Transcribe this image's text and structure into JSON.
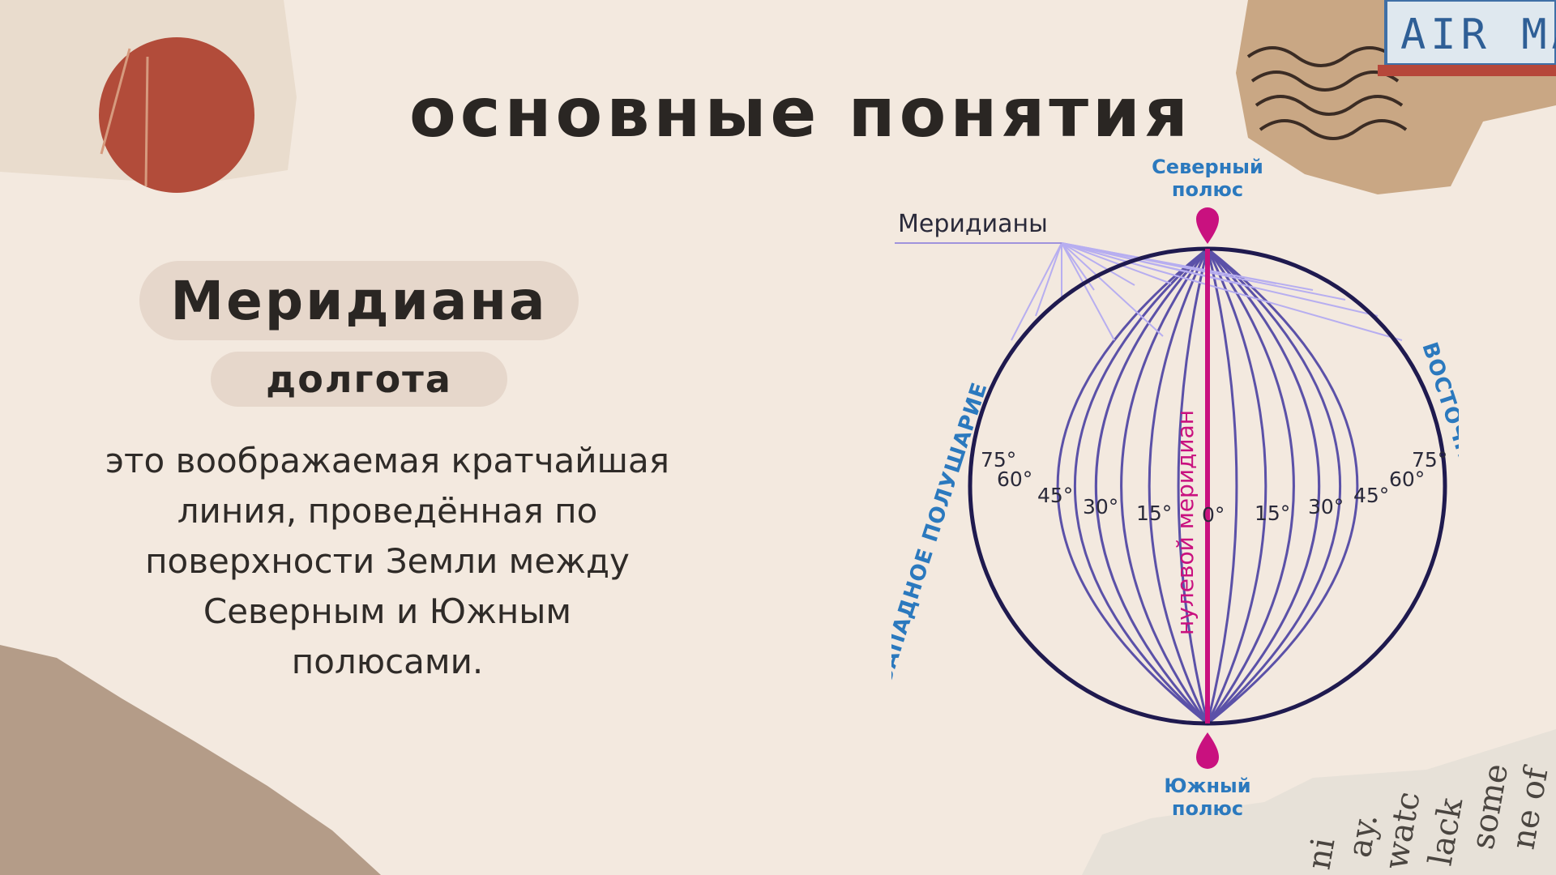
{
  "slide": {
    "title": "основные понятия",
    "term": "Меридиана",
    "subterm": "долгота",
    "definition_lines": [
      "это воображаемая кратчайшая",
      "линия, проведённая по",
      "поверхности Земли между",
      "Северным и Южным",
      "полюсами."
    ]
  },
  "diagram": {
    "north_pole_label": [
      "Северный",
      "полюс"
    ],
    "south_pole_label": [
      "Южный",
      "полюс"
    ],
    "meridians_label": "Меридианы",
    "western_hemisphere_label": "ЗАПАДНОЕ ПОЛУШАРИЕ",
    "eastern_hemisphere_label": "ВОСТОЧНОЕ ПОЛУШАРИЕ",
    "prime_meridian_label": "нулевой меридиан",
    "degree_labels": [
      "75°",
      "60°",
      "45°",
      "30°",
      "15°",
      "0°",
      "15°",
      "30°",
      "45°",
      "60°",
      "75°"
    ]
  },
  "decor": {
    "stamp_text": "AIR MA",
    "newspaper_fragments": [
      "some",
      "lack",
      "watc",
      "ne of",
      "ay.",
      "ni"
    ]
  },
  "colors": {
    "background": "#f3e9df",
    "pill": "#e6d7cb",
    "title_text": "#2a2623",
    "globe_outline": "#1f1a4f",
    "meridian_lines": "#5b51a8",
    "prime_meridian": "#c9117f",
    "hemisphere_text": "#2b79be",
    "decor_circle": "#b24c3a"
  }
}
